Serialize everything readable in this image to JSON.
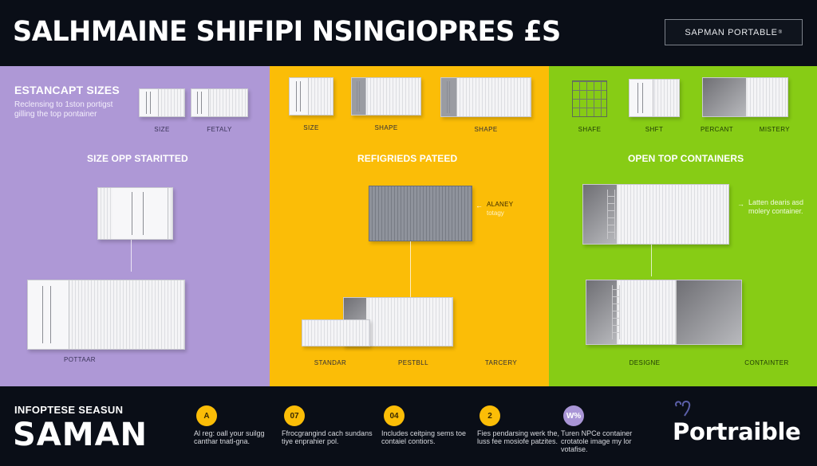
{
  "header": {
    "title": "SALHMAINE SHIFIPI NSINGIOPRES £S",
    "brand_button": "SAPMAN PORTABLE",
    "brand_mark": "®"
  },
  "colors": {
    "background": "#0a0e17",
    "purple": "#ae98d6",
    "yellow": "#fbbd07",
    "green": "#87cc15",
    "white": "#ffffff"
  },
  "panels": {
    "purple": {
      "intro_title": "ESTANCAPT SIZES",
      "intro_desc": "Reclensing to 1ston portigst gilling the top pontainer",
      "top_items": [
        {
          "label": "SIZE",
          "icon": "container-icon"
        },
        {
          "label": "FETALY",
          "icon": "container-icon"
        }
      ],
      "heading": "SIZE OPP STARITTED",
      "bottom_label": "POTTAAR"
    },
    "yellow": {
      "top_items": [
        {
          "label": "SIZE",
          "icon": "container-icon"
        },
        {
          "label": "SHAPE",
          "icon": "container-icon"
        },
        {
          "label": "SHAPE",
          "icon": "container-icon"
        }
      ],
      "heading": "REFIGRIEDS PATEED",
      "callout_title": "ALANEY",
      "callout_sub": "totagy",
      "bottom_labels": [
        "STANDAR",
        "PESTBLL",
        "TARCERY"
      ]
    },
    "green": {
      "top_items": [
        {
          "label": "SHAFE",
          "icon": "frame-container-icon"
        },
        {
          "label": "SHFT",
          "icon": "container-icon"
        },
        {
          "label": "PERCANT",
          "icon": "open-container-icon"
        },
        {
          "label": "MISTERY",
          "icon": "open-container-icon"
        }
      ],
      "heading": "OPEN TOP CONTAINERS",
      "callout": "Latten dearis asd molery container.",
      "bottom_labels": [
        "DESIGNE",
        "CONTAINTER"
      ]
    }
  },
  "footer": {
    "subtitle": "INFOPTESE SEASUN",
    "main": "SAMAN",
    "features": [
      {
        "badge": "A",
        "text": "Al reg: oall your suilgg canthar tnatl-gna.",
        "color": "yellow"
      },
      {
        "badge": "07",
        "text": "Ffrocgrangind cach sundans tiye enprahier pol.",
        "color": "yellow"
      },
      {
        "badge": "04",
        "text": "Includes ceitping sems toe contaiel contiors.",
        "color": "yellow"
      },
      {
        "badge": "2",
        "text": "Fies pendarsing werk the, luss fee mosiofe patzites.",
        "color": "yellow"
      },
      {
        "badge": "W%",
        "text": "Turen NPCe container crotatole image my lor votafise.",
        "color": "purple"
      }
    ],
    "logo": "Portraible"
  }
}
